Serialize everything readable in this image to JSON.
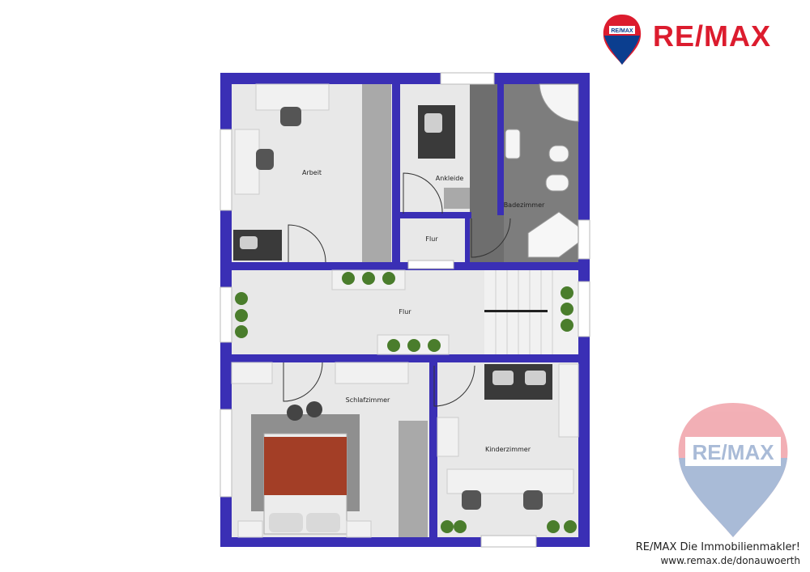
{
  "brand": {
    "logo_text": "RE/MAX",
    "balloon_text": "RE/MAX",
    "colors": {
      "red": "#dc1c2e",
      "blue": "#0b3e8f",
      "wall": "#3a2fb5",
      "floor": "#e6e6e6"
    }
  },
  "rooms": {
    "arbeit": "Arbeit",
    "ankleide": "Ankleide",
    "badezimmer": "Badezimmer",
    "flur_small": "Flur",
    "flur": "Flur",
    "schlafzimmer": "Schlafzimmer",
    "kinderzimmer": "Kinderzimmer"
  },
  "footer": {
    "line1": "RE/MAX Die Immobilienmakler!",
    "line2": "www.remax.de/donauwoerth"
  }
}
